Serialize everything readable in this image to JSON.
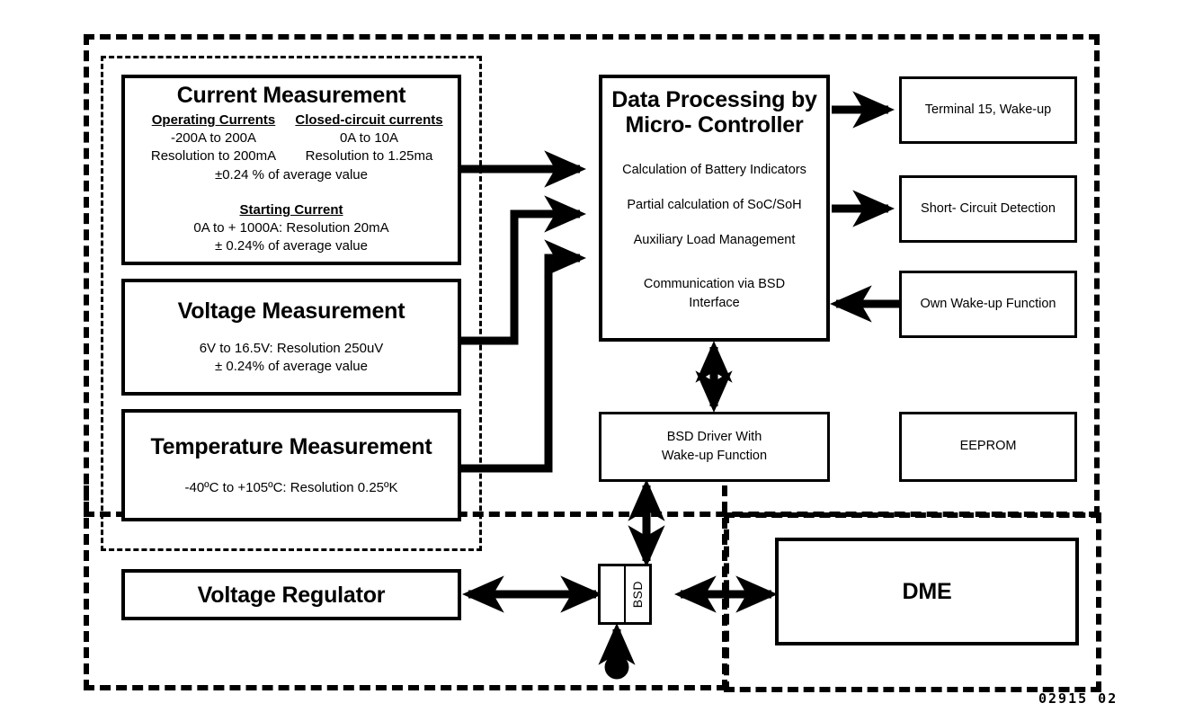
{
  "diagram": {
    "caption": "02915 02",
    "enclosures": {
      "module_outer_label": "",
      "dme_outer_label": ""
    },
    "boxes": {
      "current_measurement": {
        "title": "Current Measurement",
        "left_heading": "Operating Currents",
        "left_line1": "-200A to 200A",
        "left_line2": "Resolution to 200mA",
        "right_heading": "Closed-circuit currents",
        "right_line1": "0A to 10A",
        "right_line2": "Resolution to 1.25ma",
        "tolerance1": "±0.24 % of average value",
        "starting_heading": "Starting Current",
        "starting_line1": "0A to + 1000A: Resolution 20mA",
        "tolerance2": "± 0.24% of average value"
      },
      "voltage_measurement": {
        "title": "Voltage Measurement",
        "line1": "6V to 16.5V: Resolution 250uV",
        "line2": "± 0.24% of average value"
      },
      "temperature_measurement": {
        "title": "Temperature Measurement",
        "line1": "-40ºC to +105ºC: Resolution 0.25ºK"
      },
      "data_processing": {
        "title_line1": "Data Processing by",
        "title_line2": "Micro- Controller",
        "item1": "Calculation of Battery Indicators",
        "item2": "Partial calculation of SoC/SoH",
        "item3": "Auxiliary Load Management",
        "item4_line1": "Communication via BSD",
        "item4_line2": "Interface"
      },
      "terminal15": {
        "label": "Terminal 15, Wake-up"
      },
      "short_circuit": {
        "label": "Short- Circuit Detection"
      },
      "own_wakeup": {
        "label": "Own Wake-up Function"
      },
      "bsd_driver": {
        "line1": "BSD Driver With",
        "line2": "Wake-up Function"
      },
      "eeprom": {
        "label": "EEPROM"
      },
      "voltage_regulator": {
        "title": "Voltage Regulator"
      },
      "dme": {
        "title": "DME"
      },
      "bsd_connector": {
        "label": "BSD"
      }
    },
    "colors": {
      "line": "#000000",
      "background": "#ffffff"
    }
  }
}
